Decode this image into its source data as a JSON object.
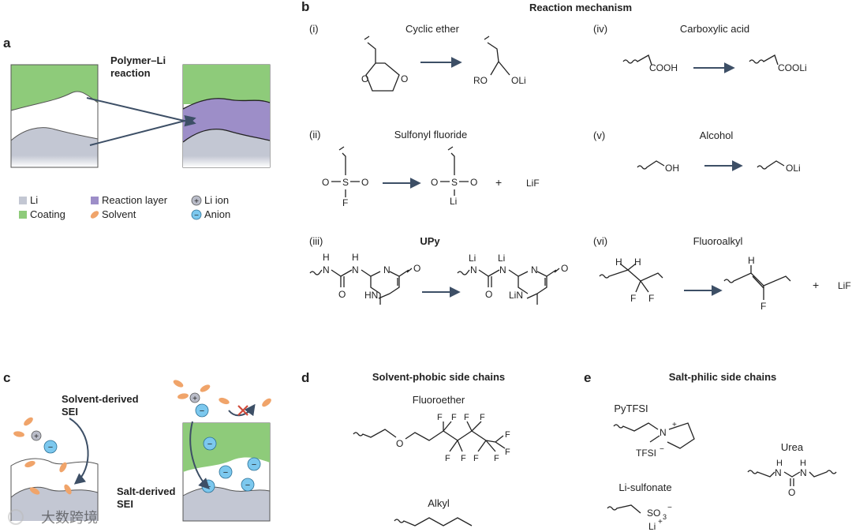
{
  "panels": {
    "a": "a",
    "b": "b",
    "c": "c",
    "d": "d",
    "e": "e"
  },
  "panel_a": {
    "reaction_label_1": "Polymer–Li",
    "reaction_label_2": "reaction",
    "legend": {
      "li": "Li",
      "coating": "Coating",
      "reaction_layer": "Reaction layer",
      "solvent": "Solvent",
      "li_ion": "Li ion",
      "anion": "Anion"
    },
    "colors": {
      "li": "#c3c7d3",
      "coating": "#8ecb7a",
      "reaction_layer": "#9d8ec8",
      "solvent": "#f0a46a",
      "li_ion": "#b9bcc8",
      "anion": "#7cc8ee"
    }
  },
  "panel_b": {
    "title": "Reaction mechanism",
    "i": {
      "num": "(i)",
      "name": "Cyclic ether",
      "left_o1": "O",
      "left_o2": "O",
      "prod_ro": "RO",
      "prod_oli": "OLi"
    },
    "ii": {
      "num": "(ii)",
      "name": "Sulfonyl fluoride",
      "o": "O",
      "s": "S",
      "f": "F",
      "li": "Li",
      "plus": "+",
      "lif": "LiF"
    },
    "iii": {
      "num": "(iii)",
      "name": "UPy",
      "h": "H",
      "n": "N",
      "o": "O",
      "hn": "HN",
      "li": "Li",
      "lin": "LiN"
    },
    "iv": {
      "num": "(iv)",
      "name": "Carboxylic acid",
      "cooh": "COOH",
      "cooli": "COOLi"
    },
    "v": {
      "num": "(v)",
      "name": "Alcohol",
      "oh": "OH",
      "oli": "OLi"
    },
    "vi": {
      "num": "(vi)",
      "name": "Fluoroalkyl",
      "h": "H",
      "f": "F",
      "plus": "+",
      "lif": "LiF"
    }
  },
  "panel_c": {
    "solvent_sei_1": "Solvent-derived",
    "solvent_sei_2": "SEI",
    "salt_sei_1": "Salt-derived",
    "salt_sei_2": "SEI",
    "plus": "+",
    "minus": "−"
  },
  "panel_d": {
    "title": "Solvent-phobic side chains",
    "fluoroether": "Fluoroether",
    "o": "O",
    "f": "F",
    "alkyl": "Alkyl"
  },
  "panel_e": {
    "title": "Salt-philic side chains",
    "pytfsi": "PyTFSI",
    "n": "N",
    "n_charge": "+",
    "tfsi": "TFSI",
    "tfsi_charge": "−",
    "urea": "Urea",
    "h": "H",
    "o": "O",
    "li_sulfonate": "Li-sulfonate",
    "so3": "SO",
    "so3_sub": "3",
    "so3_charge": "−",
    "li": "Li",
    "li_charge": "+"
  },
  "watermark": "大数跨境"
}
